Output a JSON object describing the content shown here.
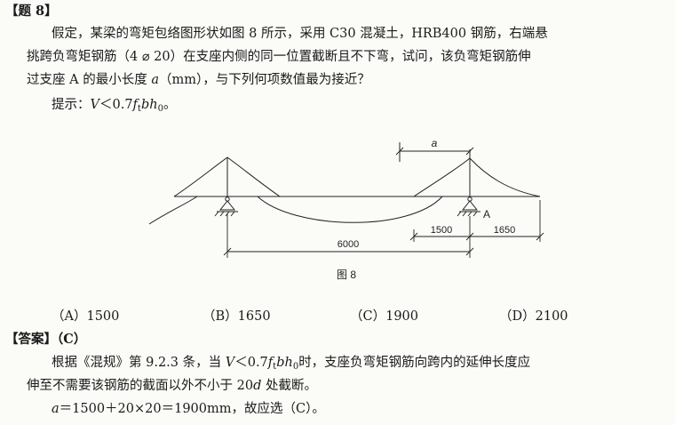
{
  "question": {
    "tag": "【题 8】",
    "p1": "假定，某梁的弯矩包络图形状如图 8 所示，采用 C30 混凝土，HRB400 钢筋，右端悬",
    "p2": "挑跨负弯矩钢筋（4 ⌀ 20）在支座内侧的同一位置截断且不下弯，试问，该负弯矩钢筋伸",
    "p3_a": "过支座 A 的最小长度 ",
    "p3_var": "a",
    "p3_b": "（mm），与下列何项数值最为接近？",
    "hint_prefix": "提示：",
    "hint_V": "V",
    "hint_rel": "＜0.7",
    "hint_f": "f",
    "hint_t": "t",
    "hint_bh": "bh",
    "hint_0": "0",
    "hint_end": "。"
  },
  "figure": {
    "label_a": "a",
    "label_A": "A",
    "dim_6000": "6000",
    "dim_1500": "1500",
    "dim_1650": "1650",
    "caption": "图 8"
  },
  "options": {
    "A": "（A）1500",
    "B": "（B）1650",
    "C": "（C）1900",
    "D": "（D）2100"
  },
  "answer": {
    "tag": "【答案】",
    "value": "（C）",
    "e1_a": "根据《混规》第 9.2.3 条，当 ",
    "e1_V": "V",
    "e1_rel": "＜0.7",
    "e1_f": "f",
    "e1_t": "t",
    "e1_bh": "bh",
    "e1_0": "0",
    "e1_b": "时，支座负弯矩钢筋向跨内的延伸长度应",
    "e2_a": "伸至不需要该钢筋的截面以外不小于 20",
    "e2_d": "d",
    "e2_b": " 处截断。",
    "e3_a": "a",
    "e3_b": "＝1500＋20×20＝1900mm，故应选（C）。"
  }
}
